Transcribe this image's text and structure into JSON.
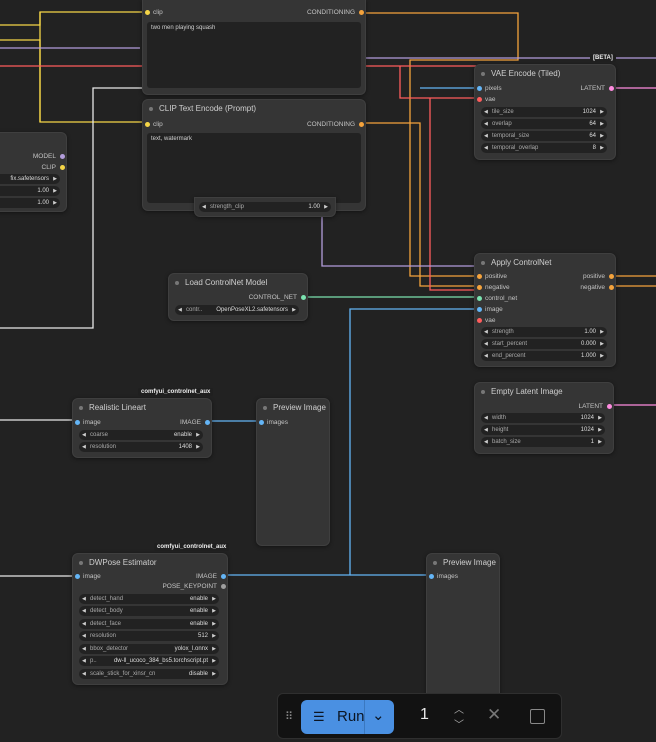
{
  "colors": {
    "clip": "#f5d547",
    "conditioning": "#f5a33c",
    "vae": "#ff5d5d",
    "latent": "#ff8ce0",
    "image": "#64b5f6",
    "control_net": "#7be3b0",
    "model": "#b39ddb",
    "pose": "#9e9e9e",
    "run_button": "#4a90e2"
  },
  "clip_text_1": {
    "input_clip": "clip",
    "output": "CONDITIONING",
    "text": "two men playing squash"
  },
  "clip_text_2": {
    "title": "CLIP Text Encode (Prompt)",
    "input_clip": "clip",
    "output": "CONDITIONING",
    "text": "text, watermark",
    "strength_label": "strength_clip",
    "strength_value": "1.00"
  },
  "lora_partial": {
    "out_model": "MODEL",
    "out_clip": "CLIP",
    "file": "fix.safetensors",
    "v1": "1.00",
    "v2": "1.00"
  },
  "vae_encode": {
    "badge": "[BETA]",
    "title": "VAE Encode (Tiled)",
    "in_pixels": "pixels",
    "in_vae": "vae",
    "out_latent": "LATENT",
    "widgets": [
      {
        "label": "tile_size",
        "value": "1024"
      },
      {
        "label": "overlap",
        "value": "64"
      },
      {
        "label": "temporal_size",
        "value": "64"
      },
      {
        "label": "temporal_overlap",
        "value": "8"
      }
    ]
  },
  "apply_controlnet": {
    "title": "Apply ControlNet",
    "in_positive": "positive",
    "in_negative": "negative",
    "in_control_net": "control_net",
    "in_image": "image",
    "in_vae": "vae",
    "out_positive": "positive",
    "out_negative": "negative",
    "widgets": [
      {
        "label": "strength",
        "value": "1.00"
      },
      {
        "label": "start_percent",
        "value": "0.000"
      },
      {
        "label": "end_percent",
        "value": "1.000"
      }
    ]
  },
  "load_controlnet": {
    "title": "Load ControlNet Model",
    "out": "CONTROL_NET",
    "widget_label": "contr..",
    "widget_value": "OpenPoseXL2.safetensors"
  },
  "empty_latent": {
    "title": "Empty Latent Image",
    "out": "LATENT",
    "widgets": [
      {
        "label": "width",
        "value": "1024"
      },
      {
        "label": "height",
        "value": "1024"
      },
      {
        "label": "batch_size",
        "value": "1"
      }
    ]
  },
  "lineart": {
    "badge": "comfyui_controlnet_aux",
    "title": "Realistic Lineart",
    "in_image": "image",
    "out_image": "IMAGE",
    "widgets": [
      {
        "label": "coarse",
        "value": "enable"
      },
      {
        "label": "resolution",
        "value": "1408"
      }
    ]
  },
  "preview_1": {
    "title": "Preview Image",
    "in_images": "images"
  },
  "dwpose": {
    "badge": "comfyui_controlnet_aux",
    "title": "DWPose Estimator",
    "in_image": "image",
    "out_image": "IMAGE",
    "out_pose": "POSE_KEYPOINT",
    "widgets": [
      {
        "label": "detect_hand",
        "value": "enable"
      },
      {
        "label": "detect_body",
        "value": "enable"
      },
      {
        "label": "detect_face",
        "value": "enable"
      },
      {
        "label": "resolution",
        "value": "512"
      },
      {
        "label": "bbox_detector",
        "value": "yolox_l.onnx"
      },
      {
        "label": "p..",
        "value": "dw-ll_ucoco_384_bs5.torchscript.pt"
      },
      {
        "label": "scale_stick_for_xinsr_cn",
        "value": "disable"
      }
    ]
  },
  "preview_2": {
    "title": "Preview Image",
    "in_images": "images"
  },
  "toolbar": {
    "run_label": "Run",
    "queue_count": "1"
  }
}
